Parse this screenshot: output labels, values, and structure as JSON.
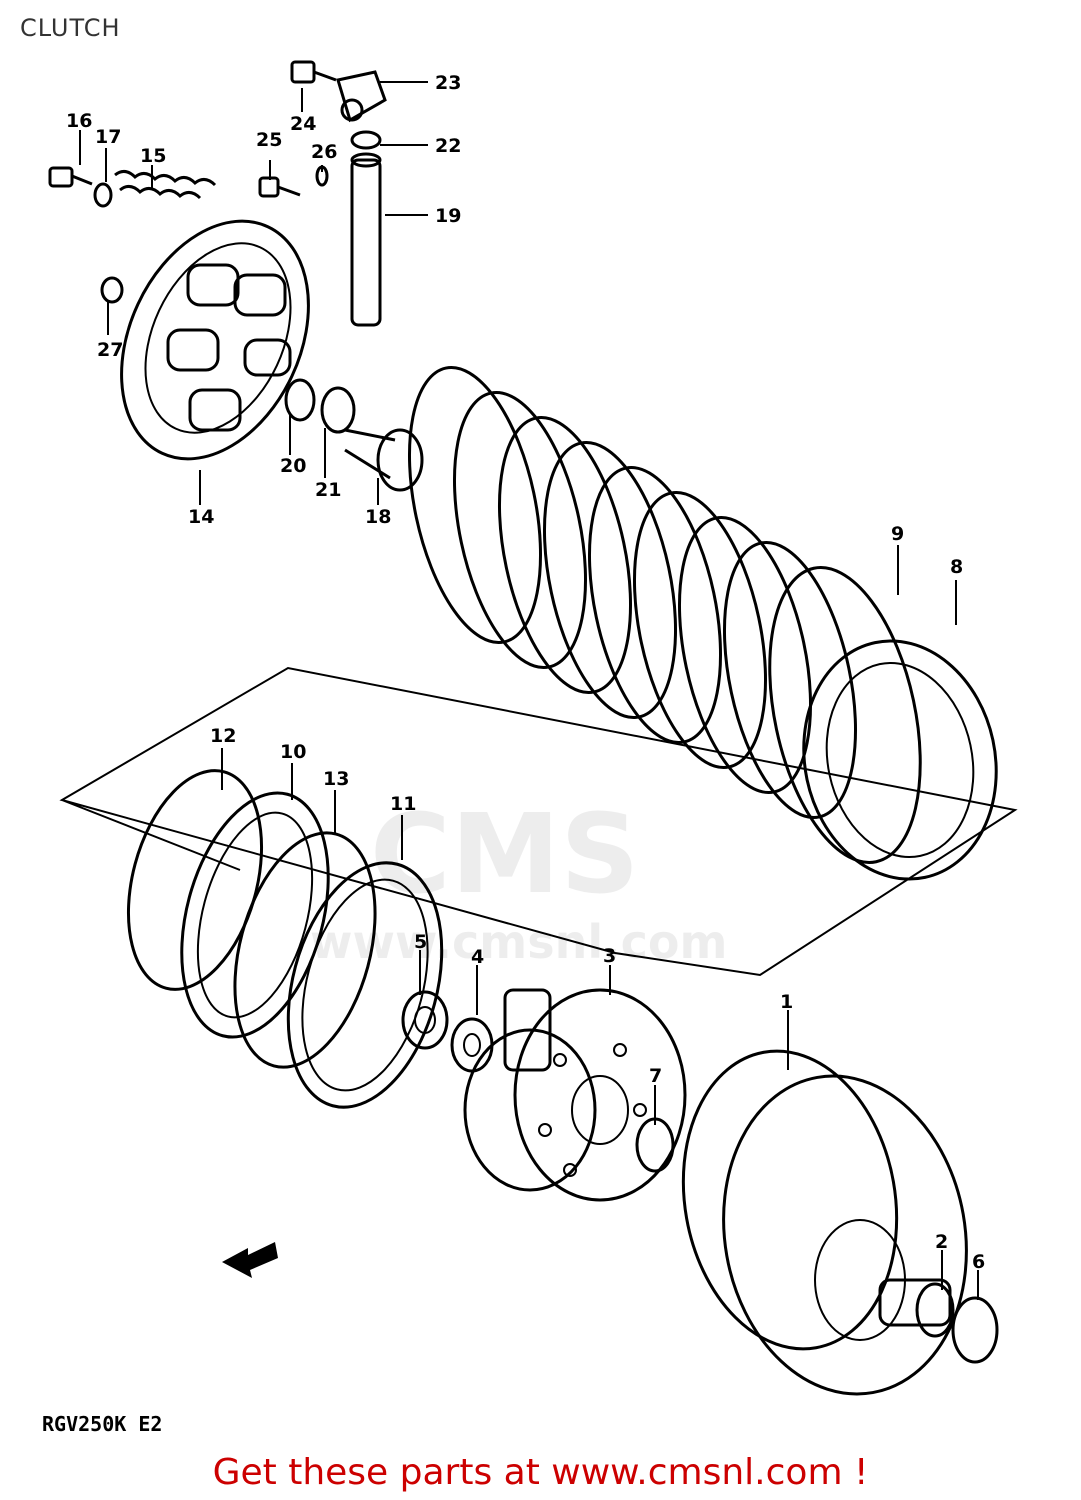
{
  "title": "CLUTCH",
  "model_code": "RGV250K E2",
  "footer": "Get these parts at www.cmsnl.com !",
  "watermark": {
    "logo_text": "CMS",
    "url": "www.cmsnl.com"
  },
  "callouts": [
    "1",
    "2",
    "3",
    "4",
    "5",
    "6",
    "7",
    "8",
    "9",
    "10",
    "11",
    "12",
    "13",
    "14",
    "15",
    "16",
    "17",
    "18",
    "19",
    "20",
    "21",
    "22",
    "23",
    "24",
    "25",
    "26",
    "27"
  ],
  "colors": {
    "footer": "#cc0000",
    "ink": "#000000"
  },
  "icons": [
    "front-arrow-icon"
  ]
}
